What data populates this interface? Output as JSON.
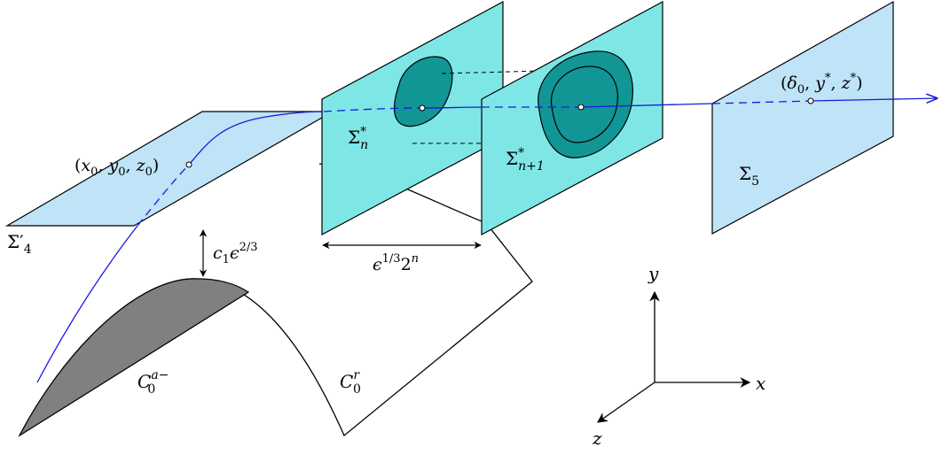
{
  "colors": {
    "plane_light": "#bfe3f7",
    "plane_cyan": "#7fe6e6",
    "region_teal": "#129595",
    "shaded_surface": "#808080",
    "trajectory": "#1a1adc",
    "stroke": "#000000"
  },
  "labels": {
    "sigma4": "Σ′",
    "sigma4_sub": "4",
    "sigma_n": "Σ",
    "sigma_n_sup": "*",
    "sigma_n_sub": "n",
    "sigma_n1": "Σ",
    "sigma_n1_sup": "*",
    "sigma_n1_sub": "n+1",
    "sigma5": "Σ",
    "sigma5_sub": "5",
    "point_start": "(x",
    "point_start_rest": [
      ",",
      "y",
      ",",
      "z",
      ")"
    ],
    "point_start_subs": [
      "0",
      "0",
      "0"
    ],
    "point_end": "(δ",
    "point_end_sub": "0",
    "point_end_rest": ", y",
    "point_end_star1": "*",
    "point_end_rest2": ", z",
    "point_end_star2": "*",
    "point_end_close": ")",
    "gap_c1": "c",
    "gap_c1_sub": "1",
    "gap_eps": "ϵ",
    "gap_eps_exp": "2/3",
    "spacing_eps": "ϵ",
    "spacing_exp1": "1/3",
    "spacing_two": "2",
    "spacing_expn": "n",
    "c0a": "C",
    "c0a_sub": "0",
    "c0a_sup": "a−",
    "c0r": "C",
    "c0r_sub": "0",
    "c0r_sup": "r",
    "axis_x": "x",
    "axis_y": "y",
    "axis_z": "z"
  }
}
